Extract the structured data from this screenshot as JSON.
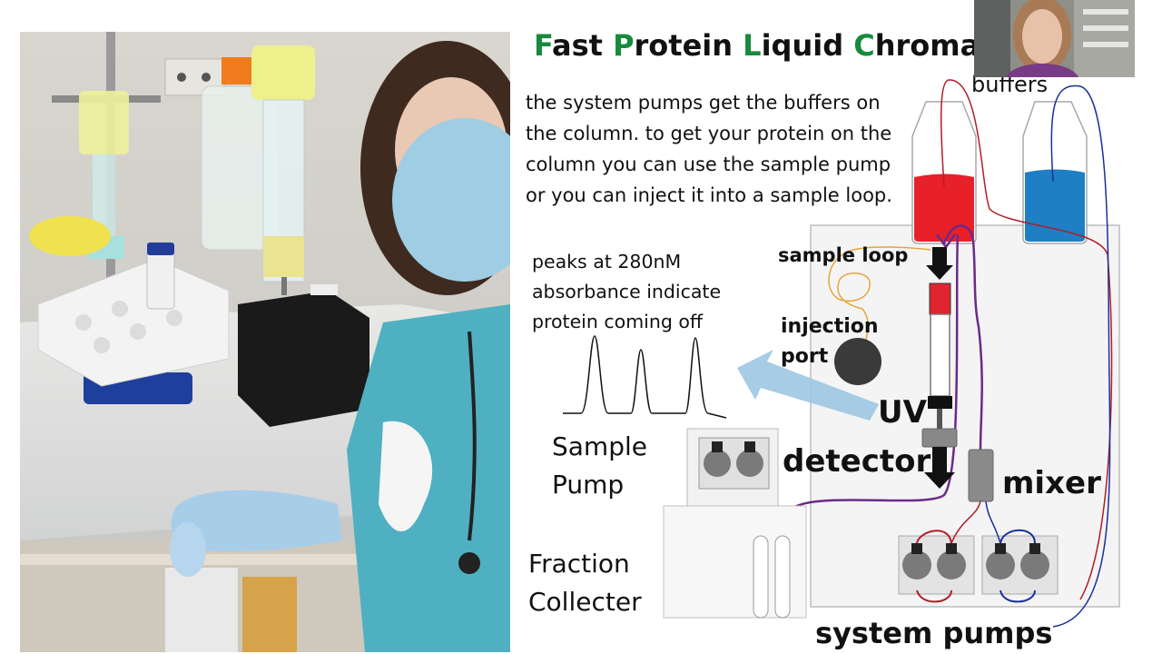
{
  "title": {
    "parts": [
      {
        "initial": "F",
        "rest": "ast "
      },
      {
        "initial": "P",
        "rest": "rotein "
      },
      {
        "initial": "L",
        "rest": "iquid "
      },
      {
        "initial": "C",
        "rest": "hromatography"
      }
    ]
  },
  "description": "the system pumps get the buffers on the column. to get your protein on the column you can use the sample pump or you can inject it into a sample loop.",
  "peaks_note": "peaks at 280nM absorbance indicate protein coming off",
  "labels": {
    "buffers": "buffers",
    "sample_loop": "sample loop",
    "injection_port_line1": "injection",
    "injection_port_line2": "port",
    "uv": "UV",
    "detector": "detector",
    "mixer": "mixer",
    "sample_pump_line1": "Sample",
    "sample_pump_line2": "Pump",
    "fraction_collector_line1": "Fraction",
    "fraction_collector_line2": "Collecter",
    "system_pumps": "system pumps"
  },
  "colors": {
    "title_accent": "#178a3e",
    "red_buffer": "#e8202a",
    "blue_buffer": "#1e7fc4",
    "purple_line": "#6b2a8a",
    "orange_loop": "#e8a53a",
    "arrow_light_blue": "#9cc6e3"
  }
}
